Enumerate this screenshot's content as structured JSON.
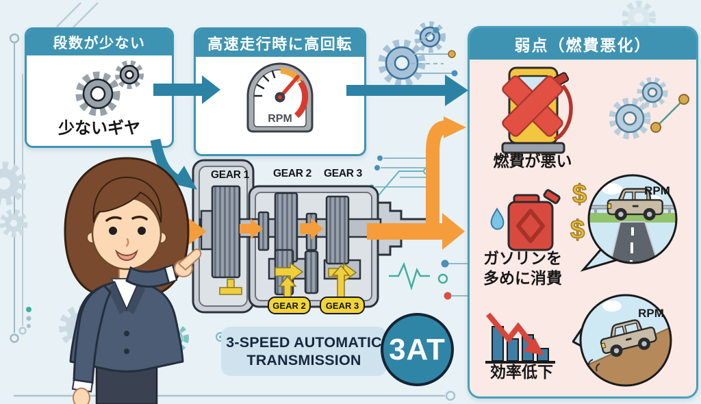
{
  "boxes": {
    "few_steps": {
      "header": "段数が少ない",
      "caption": "少ないギヤ"
    },
    "high_rpm": {
      "header": "高速走行時に高回転",
      "gauge_label": "RPM"
    }
  },
  "panel": {
    "header": "弱点（燃費悪化）",
    "item1_caption": "燃費が悪い",
    "item2_caption_line1": "ガソリンを",
    "item2_caption_line2": "多めに消費",
    "item3_caption": "効率低下",
    "dollar1": "$",
    "dollar2": "$",
    "bubble1_label": "RPM",
    "bubble2_label": "RPM",
    "efficiency_bars": [
      50,
      32,
      38,
      18
    ]
  },
  "transmission": {
    "gear1_label": "GEAR 1",
    "gear2_label": "GEAR 2",
    "gear3_label": "GEAR 3",
    "pill2": "GEAR 2",
    "pill3": "GEAR 3",
    "caption_line1": "3-SPEED AUTOMATIC",
    "caption_line2": "TRANSMISSION",
    "badge": "3AT"
  },
  "colors": {
    "teal_header": "#3e93b2",
    "teal_arrow": "#2c82a4",
    "orange_arrow": "#f59d3a",
    "panel_pink": "#fbe9e6",
    "alert_red": "#d8453a",
    "pill_yellow": "#f2d438",
    "badge_teal": "#2f85a5"
  }
}
